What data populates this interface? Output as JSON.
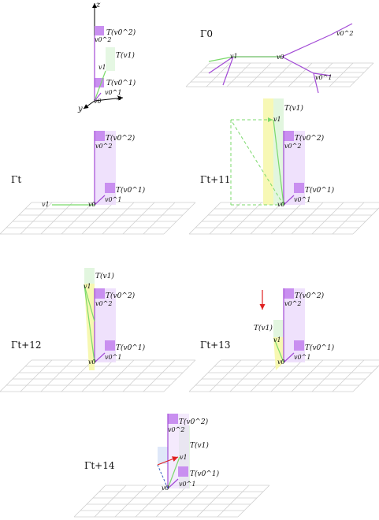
{
  "colors": {
    "green": "#7bd96b",
    "purple": "#a24ad6",
    "purple_fill": "#c98ff0",
    "purple_fill_light": "#ecdcfb",
    "green_fill_light": "#dff5dc",
    "yellow_fill": "#f6f7a8",
    "blue_fill": "#dce6f8",
    "grid": "#cfcfcf",
    "red": "#e02020",
    "axis": "#000000"
  },
  "axes": {
    "z": "z",
    "x": "x",
    "y": "y"
  },
  "panels": {
    "p00": {
      "v0": "v0",
      "v1": "v1",
      "v01": "v0^1",
      "v02": "v0^2",
      "T_v02": "T(v0^2)",
      "T_v1": "T(v1)",
      "T_v01": "T(v0^1)"
    },
    "p01": {
      "title": "Γ0",
      "v1": "v1",
      "v0": "v0",
      "v02": "v0^2",
      "v01": "v0^1"
    },
    "p10": {
      "title": "Γt",
      "v1": "v1",
      "v0": "v0",
      "v02": "v0^2",
      "v01": "v0^1",
      "T_v02": "T(v0^2)",
      "T_v01": "T(v0^1)"
    },
    "p11": {
      "title": "Γt+11",
      "v1": "v1",
      "v0": "v0",
      "v02": "v0^2",
      "v01": "v0^1",
      "T_v1": "T(v1)",
      "T_v02": "T(v0^2)",
      "T_v01": "T(v0^1)"
    },
    "p20": {
      "title": "Γt+12",
      "v1": "v1",
      "v0": "v0",
      "v02": "v0^2",
      "v01": "v0^1",
      "T_v1": "T(v1)",
      "T_v02": "T(v0^2)",
      "T_v01": "T(v0^1)"
    },
    "p21": {
      "title": "Γt+13",
      "v1": "v1",
      "v0": "v0",
      "v02": "v0^2",
      "v01": "v0^1",
      "T_v1": "T(v1)",
      "T_v02": "T(v0^2)",
      "T_v01": "T(v0^1)"
    },
    "p30": {
      "title": "Γt+14",
      "v1": "v1",
      "v0": "v0",
      "v02": "v0^2",
      "v01": "v0^1",
      "T_v1": "T(v1)",
      "T_v02": "T(v0^2)",
      "T_v01": "T(v0^1)"
    }
  }
}
